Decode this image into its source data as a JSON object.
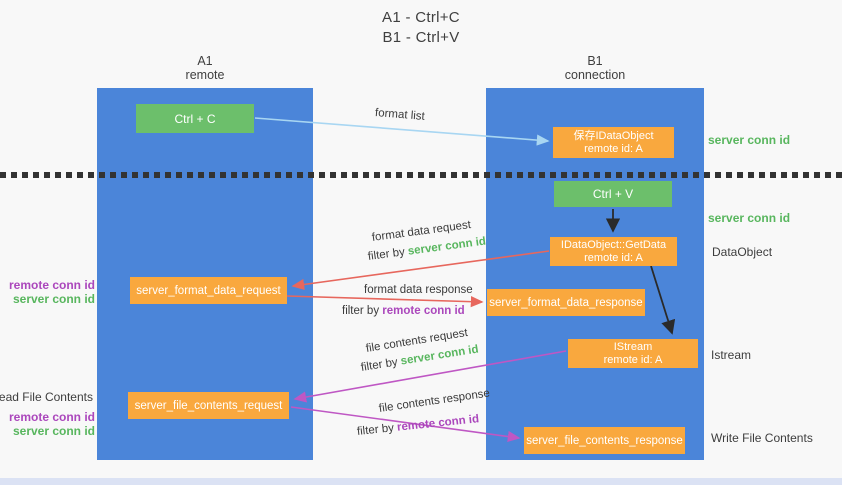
{
  "page": {
    "title_lines": [
      "A1 - Ctrl+C",
      "B1 - Ctrl+V"
    ]
  },
  "columns": {
    "left": {
      "header_top": "A1",
      "header_bottom": "remote"
    },
    "right": {
      "header_top": "B1",
      "header_bottom": "connection"
    }
  },
  "nodes": {
    "ctrl_c": {
      "label": "Ctrl + C"
    },
    "ctrl_v": {
      "label": "Ctrl + V"
    },
    "save_dataobject": {
      "line1": "保存IDataObject",
      "line2": "remote id: A"
    },
    "getdata": {
      "line1": "IDataObject::GetData",
      "line2": "remote id: A"
    },
    "istream": {
      "line1": "IStream",
      "line2": "remote id: A"
    },
    "format_request": {
      "label": "server_format_data_request"
    },
    "format_response": {
      "label": "server_format_data_response"
    },
    "file_request": {
      "label": "server_file_contents_request"
    },
    "file_response": {
      "label": "server_file_contents_response"
    }
  },
  "arrow_labels": {
    "format_list": "format list",
    "format_data_request": "format data request",
    "format_data_response": "format data response",
    "file_contents_request": "file contents request",
    "file_contents_response": "file contents response",
    "filter_by": "filter by",
    "server_conn_id": "server conn id",
    "remote_conn_id": "remote conn id"
  },
  "side_labels": {
    "right_server_conn_id_1": "server conn id",
    "right_server_conn_id_2": "server conn id",
    "data_object": "DataObject",
    "istream": "Istream",
    "write_file_contents": "Write File Contents",
    "left_remote_conn_id_1": "remote conn id",
    "left_server_conn_id_1": "server conn id",
    "read_file_contents": "Read File Contents",
    "left_remote_conn_id_2": "remote conn id",
    "left_server_conn_id_2": "server conn id"
  },
  "colors": {
    "column_blue": "#4b85d9",
    "box_green": "#6cbf6b",
    "box_orange": "#f9a83e",
    "arrow_light_blue": "#a8d6f2",
    "arrow_red": "#e7675d",
    "arrow_magenta": "#bf57c4",
    "arrow_black": "#2a2a2a",
    "text_green": "#58b65e",
    "text_purple": "#ab47bc",
    "text_dark": "#3b3b3b",
    "bottom_strip": "#dbe2f4"
  }
}
